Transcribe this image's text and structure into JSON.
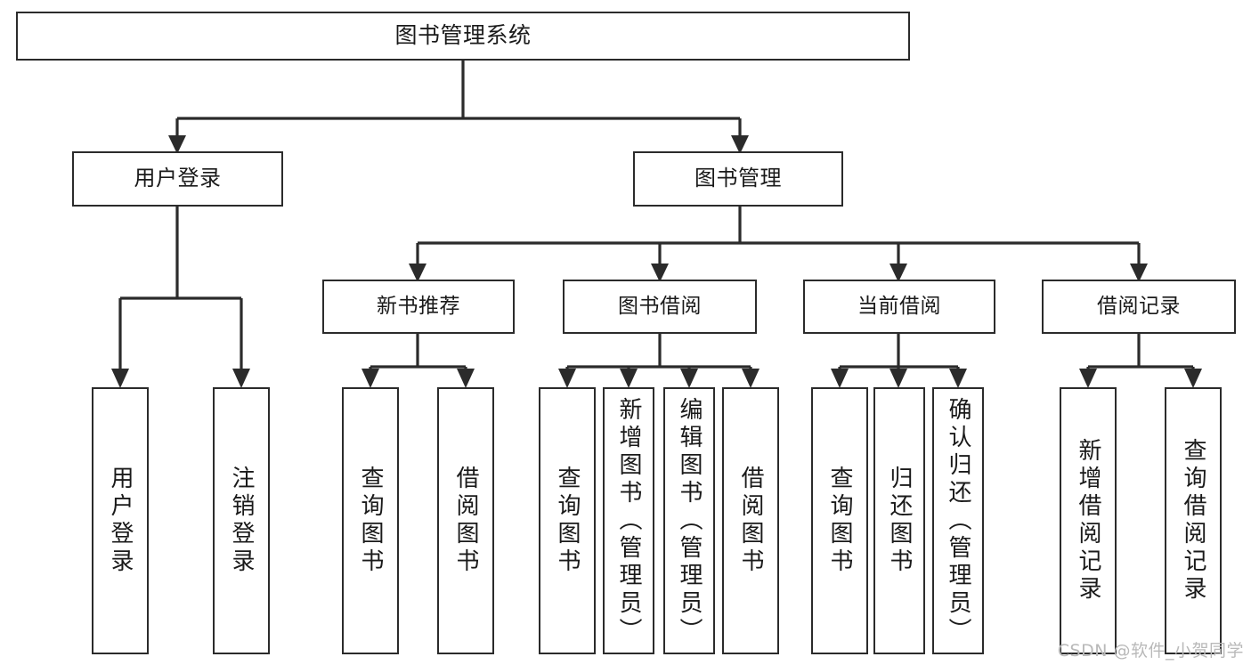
{
  "diagram": {
    "title": "图书管理系统",
    "type": "tree-hierarchy-chart",
    "watermark": "CSDN @软件_小贺同学",
    "colors": {
      "stroke": "#2b2b2b",
      "fill": "#ffffff",
      "text": "#1a1a1a",
      "watermark": "#b9b9b9"
    },
    "root": {
      "label": "图书管理系统"
    },
    "level1": [
      {
        "label": "用户登录"
      },
      {
        "label": "图书管理"
      }
    ],
    "level2": [
      {
        "label": "新书推荐"
      },
      {
        "label": "图书借阅"
      },
      {
        "label": "当前借阅"
      },
      {
        "label": "借阅记录"
      }
    ],
    "leaves": {
      "user_login": [
        {
          "label": "用户登录"
        },
        {
          "label": "注销登录"
        }
      ],
      "new_book": [
        {
          "label": "查询图书"
        },
        {
          "label": "借阅图书"
        }
      ],
      "book_borrow": [
        {
          "label": "查询图书"
        },
        {
          "label": "新增图书（管理员）"
        },
        {
          "label": "编辑图书（管理员）"
        },
        {
          "label": "借阅图书"
        }
      ],
      "current_borrow": [
        {
          "label": "查询图书"
        },
        {
          "label": "归还图书"
        },
        {
          "label": "确认归还（管理员）"
        }
      ],
      "borrow_record": [
        {
          "label": "新增借阅记录"
        },
        {
          "label": "查询借阅记录"
        }
      ]
    }
  }
}
